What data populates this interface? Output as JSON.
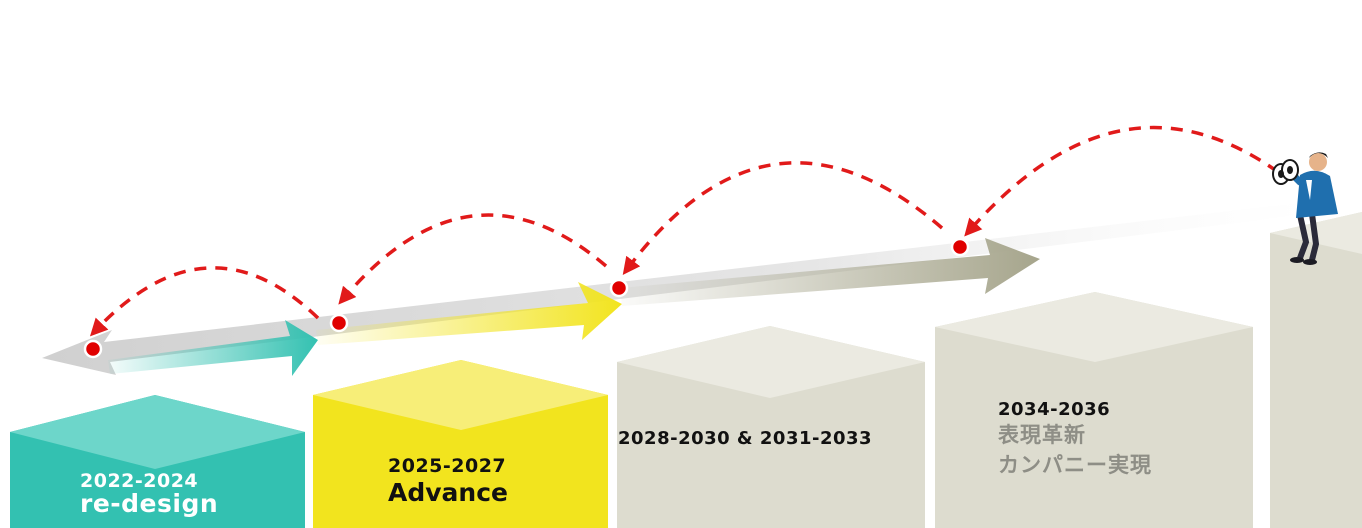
{
  "phases": [
    {
      "years": "2022-2024",
      "name": "re-design",
      "color": "#33c1b1"
    },
    {
      "years": "2025-2027",
      "name": "Advance",
      "color": "#f2e41e"
    },
    {
      "years": "2028-2030 & 2031-2033",
      "color": "#dddccf"
    },
    {
      "years": "2034-2036",
      "lines": [
        "表現革新",
        "カンパニー実現"
      ],
      "color": "#dddccf"
    }
  ],
  "colors": {
    "teal": "#33c1b1",
    "yellow": "#f2e41e",
    "stone": "#dddccf",
    "olive": "#a6a58c",
    "marker": "#e00000",
    "dashed_arc": "#e11a1a"
  },
  "figure": {
    "icon": "businessman-with-binoculars-icon"
  }
}
